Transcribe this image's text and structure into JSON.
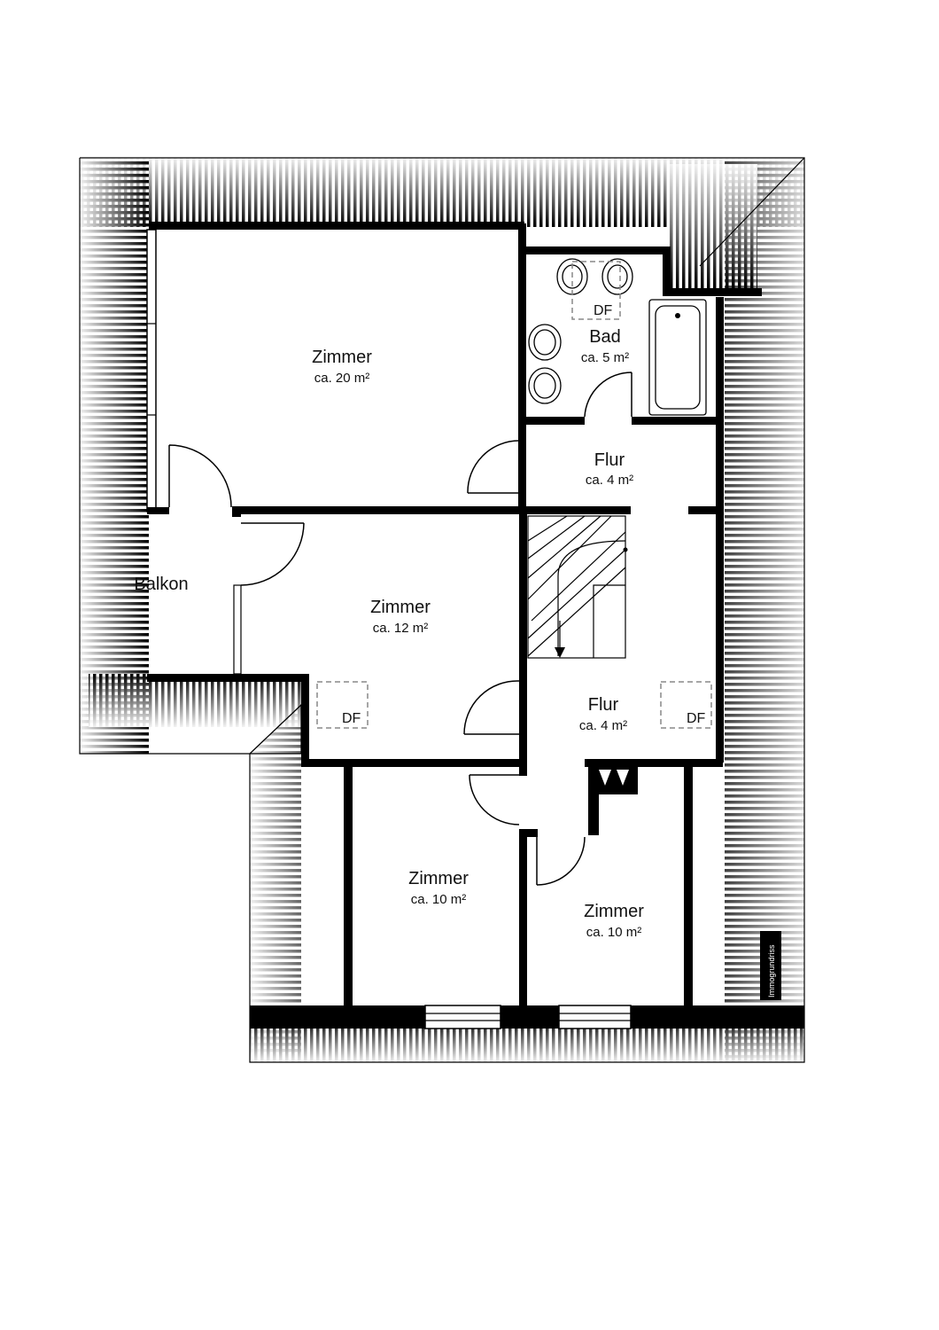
{
  "rooms": {
    "zimmer_20": {
      "name": "Zimmer",
      "area": "ca. 20 m²"
    },
    "bad": {
      "name": "Bad",
      "area": "ca. 5 m²"
    },
    "flur_upper": {
      "name": "Flur",
      "area": "ca. 4 m²"
    },
    "balkon": {
      "name": "Balkon"
    },
    "zimmer_12": {
      "name": "Zimmer",
      "area": "ca. 12 m²"
    },
    "flur_lower": {
      "name": "Flur",
      "area": "ca. 4 m²"
    },
    "zimmer_10_left": {
      "name": "Zimmer",
      "area": "ca. 10 m²"
    },
    "zimmer_10_right": {
      "name": "Zimmer",
      "area": "ca. 10 m²"
    }
  },
  "dormers": {
    "bad": "DF",
    "zimmer_12": "DF",
    "flur_lower": "DF"
  },
  "watermark": "Immogrundriss",
  "colors": {
    "wall": "#000000",
    "roof_hatch": "#000000",
    "background": "#ffffff",
    "dormer_outline": "#888888"
  }
}
